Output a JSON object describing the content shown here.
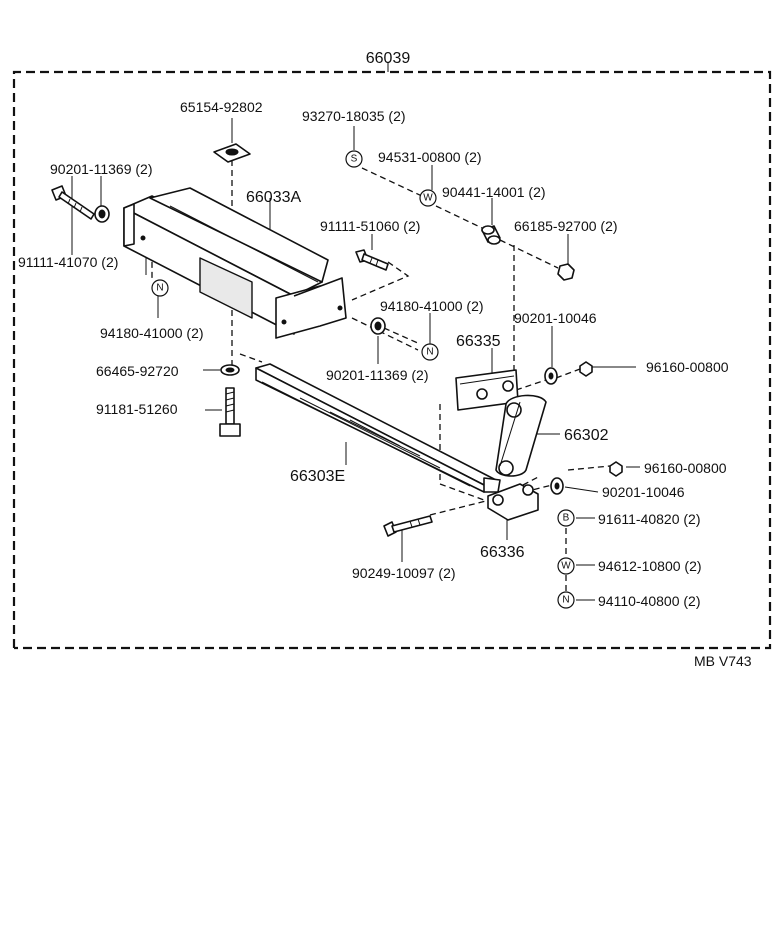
{
  "assembly": {
    "number": "66039"
  },
  "diagram_code": "MB V743",
  "parts": {
    "p_65154": "65154-92802",
    "p_93270": "93270-18035 (2)",
    "p_94531": "94531-00800 (2)",
    "p_90441": "90441-14001 (2)",
    "p_66185": "66185-92700 (2)",
    "p_90201_a": "90201-11369 (2)",
    "p_66033a": "66033A",
    "p_91111_51060": "91111-51060 (2)",
    "p_91111_41070": "91111-41070 (2)",
    "p_94180_a": "94180-41000 (2)",
    "p_94180_b": "94180-41000 (2)",
    "p_90201_b": "90201-10046",
    "p_66335": "66335",
    "p_96160_a": "96160-00800",
    "p_90201_c": "90201-11369 (2)",
    "p_66465": "66465-92720",
    "p_91181": "91181-51260",
    "p_66302": "66302",
    "p_96160_b": "96160-00800",
    "p_66303e": "66303E",
    "p_90201_d": "90201-10046",
    "p_91611": "91611-40820 (2)",
    "p_66336": "66336",
    "p_90249": "90249-10097 (2)",
    "p_94612": "94612-10800 (2)",
    "p_94110": "94110-40800 (2)"
  },
  "symbols": {
    "s": "S",
    "w": "W",
    "n": "N",
    "b": "B"
  }
}
